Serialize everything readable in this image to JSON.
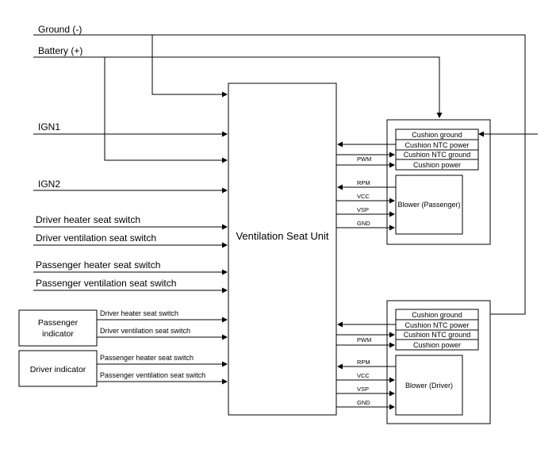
{
  "inputs": {
    "ground": "Ground (-)",
    "battery": "Battery (+)",
    "ign1": "IGN1",
    "ign2": "IGN2",
    "driver_heater": "Driver heater seat switch",
    "driver_vent": "Driver ventilation seat switch",
    "passenger_heater": "Passenger heater seat switch",
    "passenger_vent": "Passenger ventilation seat switch"
  },
  "central_unit": {
    "label": "Ventilation Seat Unit"
  },
  "indicators": {
    "passenger": {
      "line1": "Passenger",
      "line2": "indicator"
    },
    "driver": {
      "label": "Driver indicator"
    },
    "passenger_lines": [
      "Driver heater seat switch",
      "Driver ventilation seat switch"
    ],
    "driver_lines": [
      "Passenger heater seat switch",
      "Passenger ventilation seat switch"
    ]
  },
  "passenger_module": {
    "cushion": [
      "Cushion ground",
      "Cushion NTC power",
      "Cushion NTC ground",
      "Cushion power"
    ],
    "signals": [
      "PWM",
      "RPM",
      "VCC",
      "VSP",
      "GND"
    ],
    "blower": "Blower (Passenger)"
  },
  "driver_module": {
    "cushion": [
      "Cushion ground",
      "Cushion NTC power",
      "Cushion NTC ground",
      "Cushion power"
    ],
    "signals": [
      "PWM",
      "RPM",
      "VCC",
      "VSP",
      "GND"
    ],
    "blower": "Blower (Driver)"
  }
}
